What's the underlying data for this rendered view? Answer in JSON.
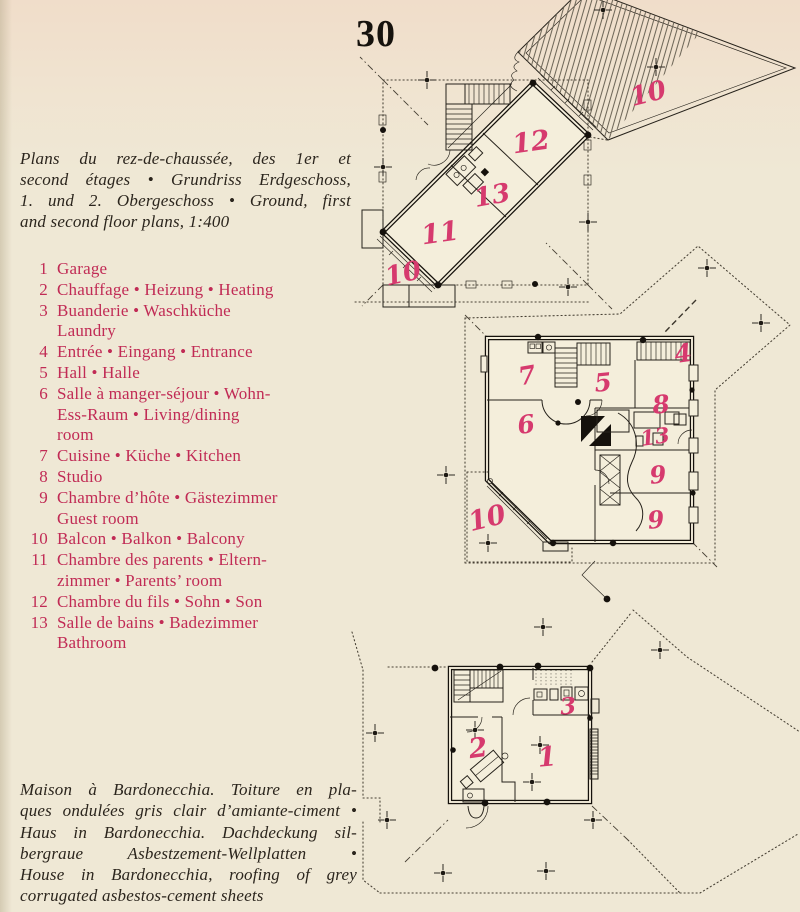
{
  "page": {
    "number": "30",
    "background": "#efe8d5",
    "legend_pink": "#c12b55",
    "hand_pink": "#d63a6e",
    "ink": "#2b251d"
  },
  "caption_top": {
    "lines": [
      "Plans du rez-de-chaussée, des 1er et",
      "second étages • Grundriss Erdgeschoss,",
      "1. und 2. Obergeschoss • Ground, first",
      "and second floor plans, 1:400"
    ]
  },
  "legend": {
    "items": [
      {
        "num": "1",
        "text": "Garage"
      },
      {
        "num": "2",
        "text": "Chauffage • Heizung • Heating"
      },
      {
        "num": "3",
        "text": "Buanderie • Waschküche\nLaundry"
      },
      {
        "num": "4",
        "text": "Entrée • Eingang • Entrance"
      },
      {
        "num": "5",
        "text": "Hall • Halle"
      },
      {
        "num": "6",
        "text": "Salle à manger-séjour • Wohn-\nEss-Raum • Living/dining\nroom"
      },
      {
        "num": "7",
        "text": "Cuisine • Küche • Kitchen"
      },
      {
        "num": "8",
        "text": "Studio"
      },
      {
        "num": "9",
        "text": "Chambre d’hôte • Gästezimmer\nGuest room"
      },
      {
        "num": "10",
        "text": "Balcon • Balkon • Balcony"
      },
      {
        "num": "11",
        "text": "Chambre des parents • Eltern-\nzimmer • Parents’ room"
      },
      {
        "num": "12",
        "text": "Chambre du fils • Sohn • Son"
      },
      {
        "num": "13",
        "text": "Salle de bains • Badezimmer\nBathroom"
      }
    ]
  },
  "caption_bottom": {
    "lines": [
      "Maison à Bardonecchia. Toiture en pla-",
      "ques ondulées gris clair d’amiante-ciment •",
      "Haus in Bardonecchia. Dachdeckung sil-",
      "bergraue Asbestzement-Wellplatten •",
      "House in Bardonecchia, roofing of grey",
      "corrugated asbestos-cement sheets"
    ]
  },
  "plans": {
    "floor2": {
      "labels": [
        "10",
        "12",
        "13",
        "11",
        "10"
      ]
    },
    "floor1": {
      "labels": [
        "7",
        "5",
        "4",
        "8",
        "6",
        "13",
        "9",
        "9",
        "10"
      ]
    },
    "ground": {
      "labels": [
        "3",
        "2",
        "1"
      ]
    }
  }
}
